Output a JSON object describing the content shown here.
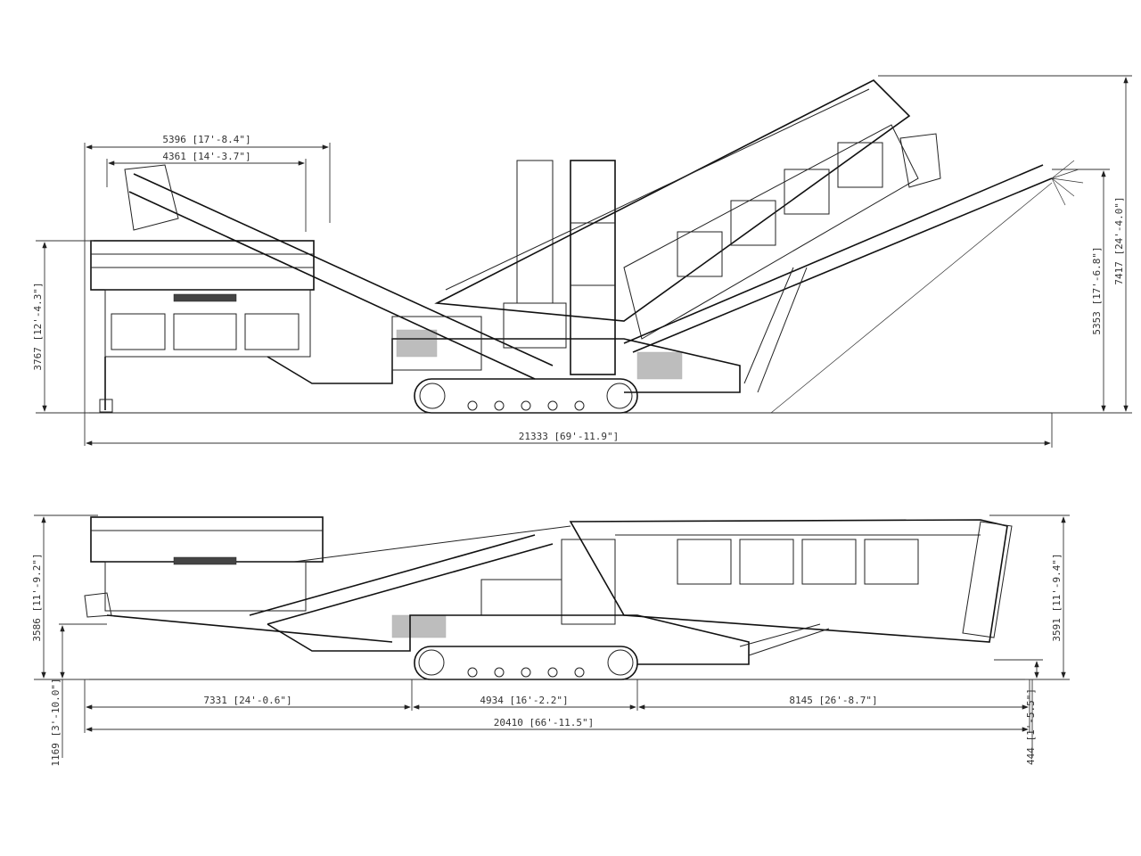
{
  "operating_view": {
    "dimensions": {
      "feed_length_outer": "5396 [17'-8.4\"]",
      "feed_length_inner": "4361 [14'-3.7\"]",
      "feed_height": "3767 [12'-4.3\"]",
      "discharge_height": "5353 [17'-6.8\"]",
      "overall_height": "7417 [24'-4.0\"]",
      "overall_length": "21333 [69'-11.9\"]"
    }
  },
  "transport_view": {
    "dimensions": {
      "height_left": "3586 [11'-9.2\"]",
      "ground_clearance_left": "1169 [3'-10.0\"]",
      "height_right": "3591 [11'-9.4\"]",
      "ground_clearance_right": "444 [1'-5.5\"]",
      "front_overhang": "7331 [24'-0.6\"]",
      "track_length": "4934 [16'-2.2\"]",
      "rear_overhang": "8145 [26'-8.7\"]",
      "overall_length": "20410 [66'-11.5\"]"
    }
  }
}
